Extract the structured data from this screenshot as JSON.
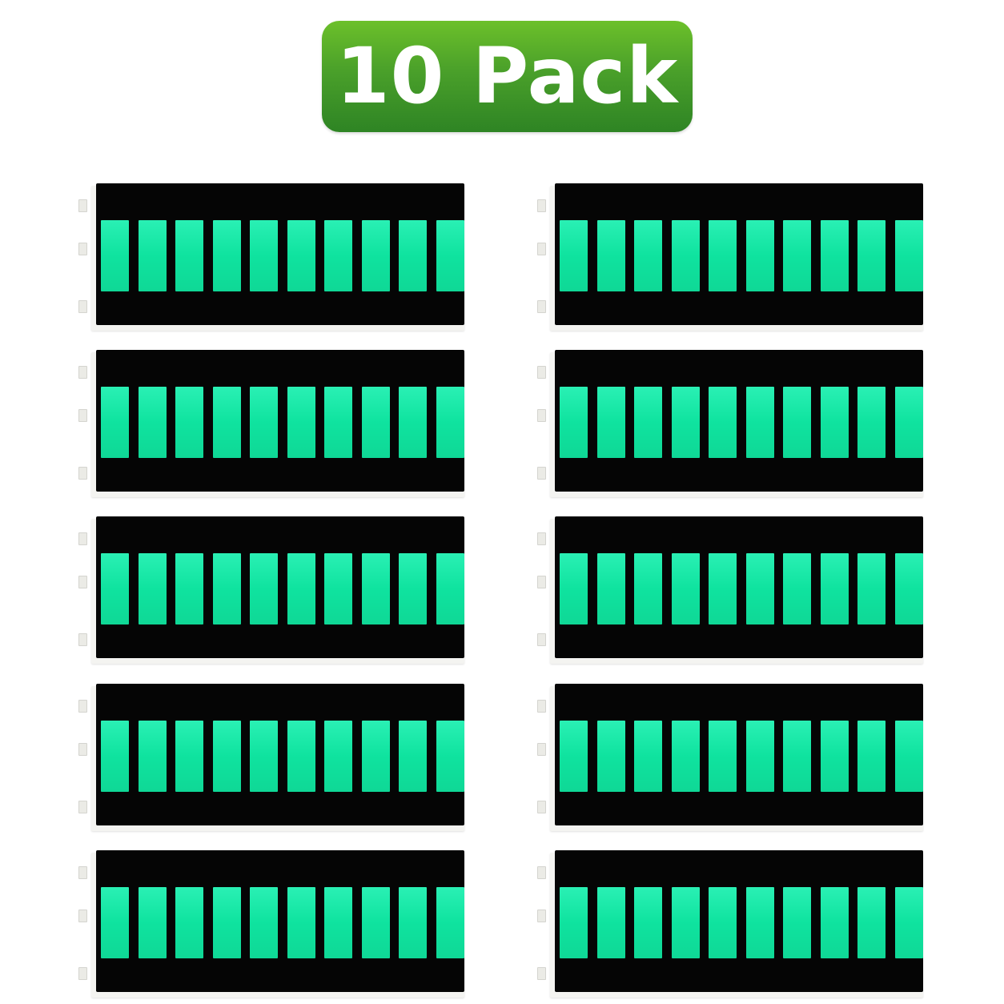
{
  "badge": {
    "label": "10 Pack",
    "colors": {
      "top": "#6cc02a",
      "bottom": "#2e8424",
      "text": "#ffffff"
    }
  },
  "modules": {
    "count": 10,
    "columns": 2,
    "rows": 5,
    "segments_per_module": 10,
    "segment_color": "#14e6a2",
    "face_color": "#050505",
    "body_color": "#f4f4f1"
  }
}
